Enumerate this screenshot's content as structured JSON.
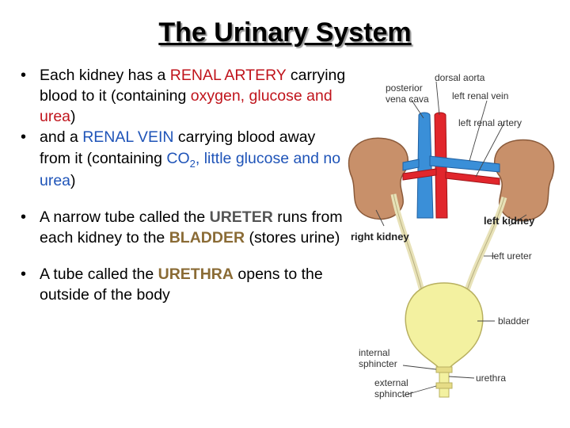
{
  "title": "The Urinary System",
  "bullets": {
    "b1": {
      "pre": "Each kidney has a ",
      "artery": "RENAL ARTERY",
      "mid": " carrying blood to it (containing ",
      "contents": "oxygen, glucose and urea",
      "post": ")"
    },
    "b2": {
      "pre": "and a ",
      "vein": "RENAL VEIN",
      "mid": " carrying blood away from it (containing ",
      "co2": "CO",
      "co2_sub": "2",
      "contents": ", little glucose and no urea",
      "post": ")"
    },
    "b3": {
      "pre": "A narrow tube called the ",
      "ureter": "URETER",
      "mid": " runs from each kidney to the ",
      "bladder": "BLADDER",
      "post": " (stores urine)"
    },
    "b4": {
      "pre": "A tube called the ",
      "urethra": "URETHRA",
      "post": " opens to the outside of the body"
    }
  },
  "figure": {
    "labels": {
      "dorsal_aorta": "dorsal aorta",
      "posterior": "posterior",
      "vena_cava": "vena cava",
      "left_renal_vein": "left renal vein",
      "left_renal_artery": "left renal artery",
      "left_kidney": "left kidney",
      "right_kidney": "right kidney",
      "left_ureter": "left ureter",
      "bladder": "bladder",
      "internal": "internal",
      "sphincter_int": "sphincter",
      "urethra": "urethra",
      "external": "external",
      "sphincter_ext": "sphincter"
    }
  },
  "colors": {
    "artery_red": "#c0141c",
    "vein_blue": "#1f54b8",
    "ureter_brown": "#8a6b35",
    "kidney_fill": "#c8906a",
    "vessel_blue": "#3a8fd8",
    "vessel_red": "#e1262c",
    "bladder_fill": "#f3f1a0"
  }
}
